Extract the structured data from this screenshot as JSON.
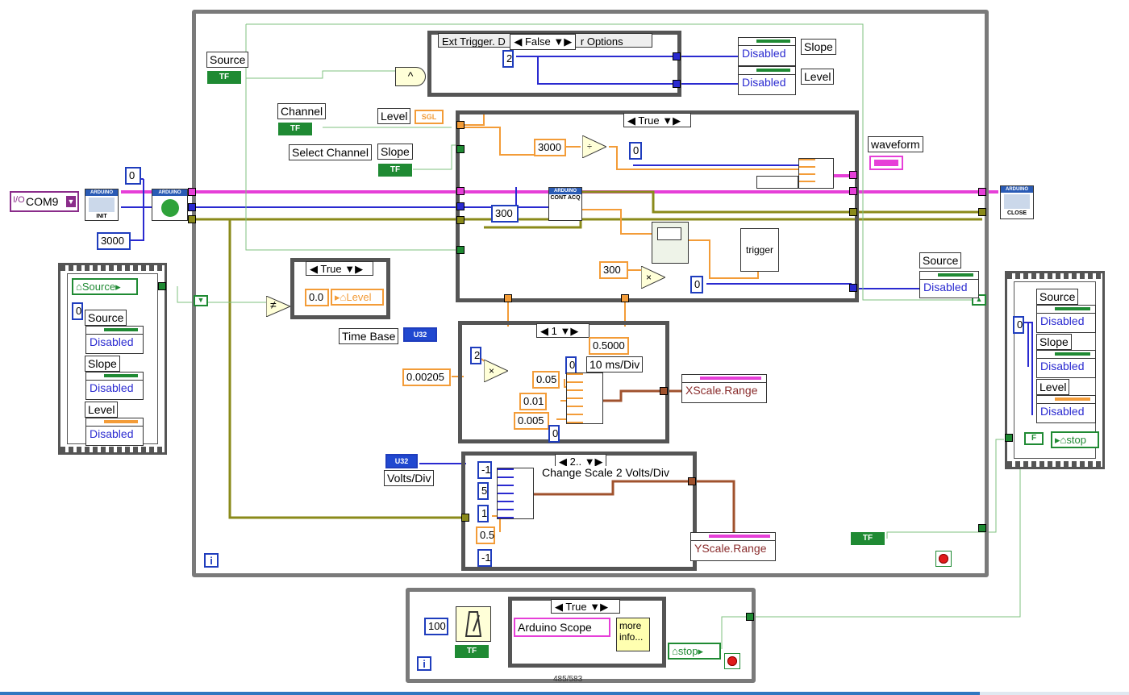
{
  "main_loop": {
    "com_port": "COM9",
    "init_label": "INIT",
    "close_label": "CLOSE",
    "arduino_label": "ARDUINO",
    "cont_acq_label": "CONT ACQ",
    "const_zero": "0",
    "const_3000": "3000",
    "source_label": "Source",
    "channel_label": "Channel",
    "select_channel_label": "Select Channel",
    "level_label": "Level",
    "slope_label": "Slope",
    "sgl_label": "SGL",
    "tf_label": "TF",
    "and_symbol": "^",
    "ne_symbol": "≠",
    "waveform_label": "waveform",
    "info_icon": "i"
  },
  "ext_trigger_case": {
    "selector_prefix": "Ext Trigger. D",
    "selector_value": "False",
    "selector_suffix": "r Options",
    "const_2": "2",
    "slope_prop": "Disabled",
    "level_prop": "Disabled",
    "slope_label": "Slope",
    "level_label": "Level"
  },
  "acq_case": {
    "selector_value": "True",
    "const_3000": "3000",
    "const_0": "0",
    "const_300": "300",
    "const_300b": "300",
    "trigger_label": "trigger",
    "const_0b": "0",
    "source_label": "Source",
    "source_prop": "Disabled"
  },
  "level_case": {
    "selector_value": "True",
    "const_value": "0.0",
    "global_label": "Level"
  },
  "left_sequence": {
    "global_label": "Source",
    "index_const": "0",
    "items": [
      {
        "label": "Source",
        "prop": "Disabled"
      },
      {
        "label": "Slope",
        "prop": "Disabled"
      },
      {
        "label": "Level",
        "prop": "Disabled"
      }
    ]
  },
  "right_sequence": {
    "index_const": "0",
    "items": [
      {
        "label": "Source",
        "prop": "Disabled"
      },
      {
        "label": "Slope",
        "prop": "Disabled"
      },
      {
        "label": "Level",
        "prop": "Disabled"
      }
    ],
    "false_const": "F",
    "stop_global": "stop"
  },
  "timebase_case": {
    "control_label": "Time Base",
    "u32": "U32",
    "selector_value": "1",
    "const_2": "2",
    "const_00205": "0.00205",
    "const_05000": "0.5000",
    "const_10ms": "10 ms/Div",
    "const_005": "0.05",
    "const_001": "0.01",
    "const_0005": "0.005",
    "const_0": "0",
    "const_0b": "0",
    "xscale_prop": "XScale.Range"
  },
  "volts_case": {
    "control_label": "Volts/Div",
    "u32": "U32",
    "selector_value": "2..",
    "comment": "Change Scale 2 Volts/Div",
    "values": [
      "-1",
      "5",
      "1",
      "0.5",
      "-1"
    ],
    "yscale_prop": "YScale.Range"
  },
  "bottom_loop": {
    "const_100": "100",
    "selector_value": "True",
    "title_const": "Arduino Scope",
    "more_info": "more info...",
    "stop_global": "stop",
    "info_icon": "i"
  },
  "page_indicator": "485/583",
  "colors": {
    "wire_pink": "#e63fd8",
    "wire_blue": "#2a2ad0",
    "wire_olive": "#8a8a1a",
    "wire_orange": "#f39c38",
    "wire_green": "#1f8a33",
    "wire_brown": "#a0522d",
    "structure": "#7a7a7a",
    "accent_footer": "#2f77c0"
  }
}
